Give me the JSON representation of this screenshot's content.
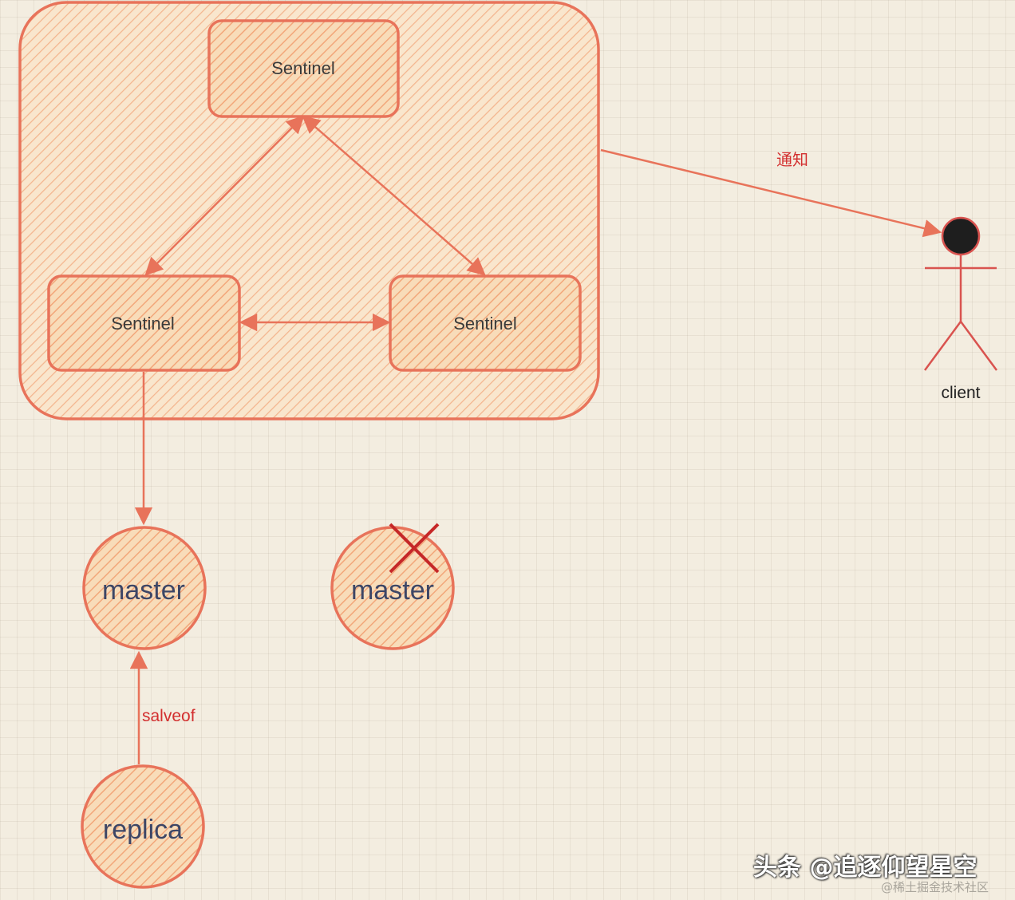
{
  "sentinels": [
    {
      "label": "Sentinel"
    },
    {
      "label": "Sentinel"
    },
    {
      "label": "Sentinel"
    }
  ],
  "nodes": {
    "master_new": "master",
    "master_failed": "master",
    "replica": "replica"
  },
  "edges": {
    "notify": "通知",
    "slaveof": "salveof"
  },
  "client": {
    "label": "client"
  },
  "watermark": {
    "main": "头条 @追逐仰望星空",
    "sub": "@稀土掘金技术社区"
  },
  "colors": {
    "accent_stroke": "#e8735a",
    "fill": "#f7c99a",
    "edge_label": "#d32f2f",
    "failed_cross": "#c62828",
    "client_head": "#1e1e1e"
  }
}
